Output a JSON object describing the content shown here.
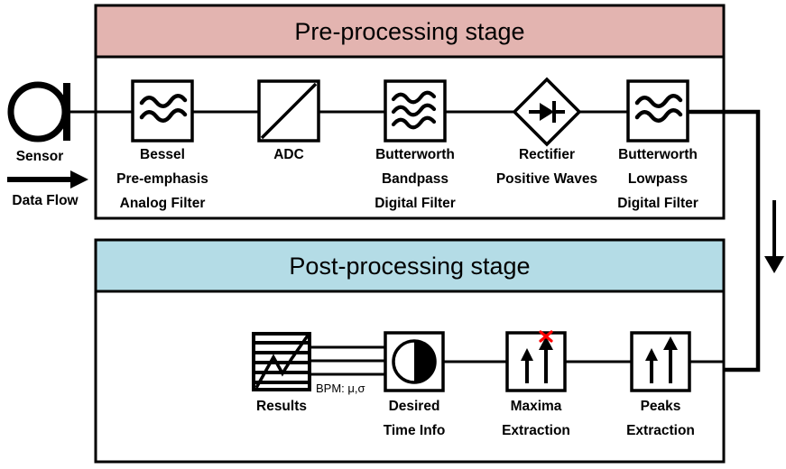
{
  "diagram": {
    "title": "Signal processing pipeline block diagram",
    "colors": {
      "pre_header_fill": "#e3b4b0",
      "post_header_fill": "#b4dce6",
      "stroke": "#000000",
      "accent_red": "#ff0000",
      "background": "#ffffff"
    },
    "source": {
      "icon": "sensor-icon",
      "label": "Sensor",
      "flow_arrow_icon": "right-arrow-icon",
      "flow_label": "Data Flow"
    },
    "stages": [
      {
        "id": "pre-processing",
        "header": "Pre-processing stage",
        "blocks": [
          {
            "id": "bessel",
            "icon": "two-wave-filter-icon",
            "lines": [
              "Bessel",
              "Pre-emphasis",
              "Analog Filter"
            ]
          },
          {
            "id": "adc",
            "icon": "adc-diagonal-icon",
            "lines": [
              "ADC"
            ]
          },
          {
            "id": "butterworth-bandpass",
            "icon": "three-wave-filter-icon",
            "lines": [
              "Butterworth",
              "Bandpass",
              "Digital Filter"
            ]
          },
          {
            "id": "rectifier",
            "icon": "diode-diamond-icon",
            "lines": [
              "Rectifier",
              "Positive Waves"
            ]
          },
          {
            "id": "butterworth-lowpass",
            "icon": "two-wave-filter-icon",
            "lines": [
              "Butterworth",
              "Lowpass",
              "Digital Filter"
            ]
          }
        ]
      },
      {
        "id": "post-processing",
        "header": "Post-processing stage",
        "blocks": [
          {
            "id": "results",
            "icon": "waveform-chart-icon",
            "lines": [
              "Results"
            ]
          },
          {
            "id": "desired-time-info",
            "icon": "clock-pie-icon",
            "lines": [
              "Desired",
              "Time Info"
            ]
          },
          {
            "id": "maxima-extraction",
            "icon": "two-arrows-reject-icon",
            "lines": [
              "Maxima",
              "Extraction"
            ]
          },
          {
            "id": "peaks-extraction",
            "icon": "two-arrows-icon",
            "lines": [
              "Peaks",
              "Extraction"
            ]
          }
        ]
      }
    ],
    "connector_labels": [
      {
        "id": "bpm-stats",
        "text": "BPM: μ,σ"
      }
    ],
    "flow_direction_arrow": {
      "id": "stage-flow-arrow",
      "icon": "down-arrow-icon"
    }
  }
}
